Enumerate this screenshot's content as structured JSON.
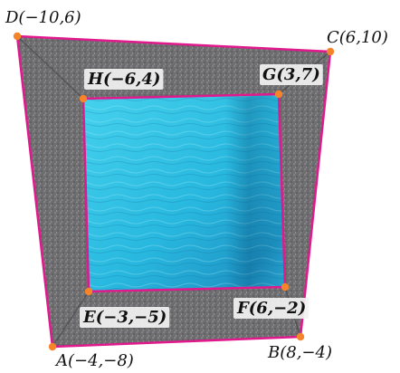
{
  "diagram": {
    "outer_vertices": [
      {
        "id": "A",
        "label": "A(−4,−8)"
      },
      {
        "id": "B",
        "label": "B(8,−4)"
      },
      {
        "id": "C",
        "label": "C(6,10)"
      },
      {
        "id": "D",
        "label": "D(−10,6)"
      }
    ],
    "inner_vertices": [
      {
        "id": "E",
        "label": "E(−3,−5)"
      },
      {
        "id": "F",
        "label": "F(6,−2)"
      },
      {
        "id": "G",
        "label": "G(3,7)"
      },
      {
        "id": "H",
        "label": "H(−6,4)"
      }
    ],
    "colors": {
      "edge": "#e0198c",
      "vertex_dot": "#f5842a",
      "deck": "#6d6d70",
      "deck_light": "#8f8f92",
      "water_light": "#37c7e6",
      "water_dark": "#1b8fc0",
      "label_box": "#f2f2f2"
    },
    "icons": {
      "vertex": "orange-dot",
      "deck": "concrete-texture",
      "water": "pool-water-texture"
    }
  }
}
